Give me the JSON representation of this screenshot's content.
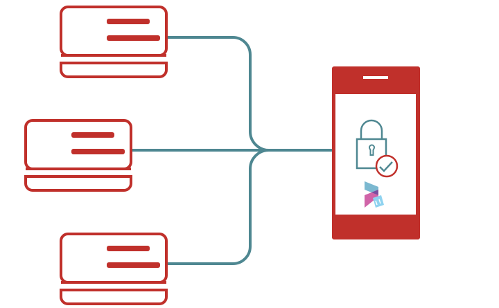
{
  "colors": {
    "card": "#c0302b",
    "connector": "#4e8791",
    "phone": "#c0302b",
    "lock": "#4e8791",
    "check": "#c0302b",
    "logo_blue": "#7bb8d0",
    "logo_pink": "#d064a8",
    "logo_purple": "#7a4fa0",
    "logo_light": "#8fd3f0"
  },
  "diagram": {
    "sources": [
      {
        "type": "card"
      },
      {
        "type": "card"
      },
      {
        "type": "card"
      }
    ],
    "target": {
      "type": "mobile-phone",
      "icons": [
        "lock-icon",
        "check-icon",
        "app-logo"
      ]
    }
  }
}
